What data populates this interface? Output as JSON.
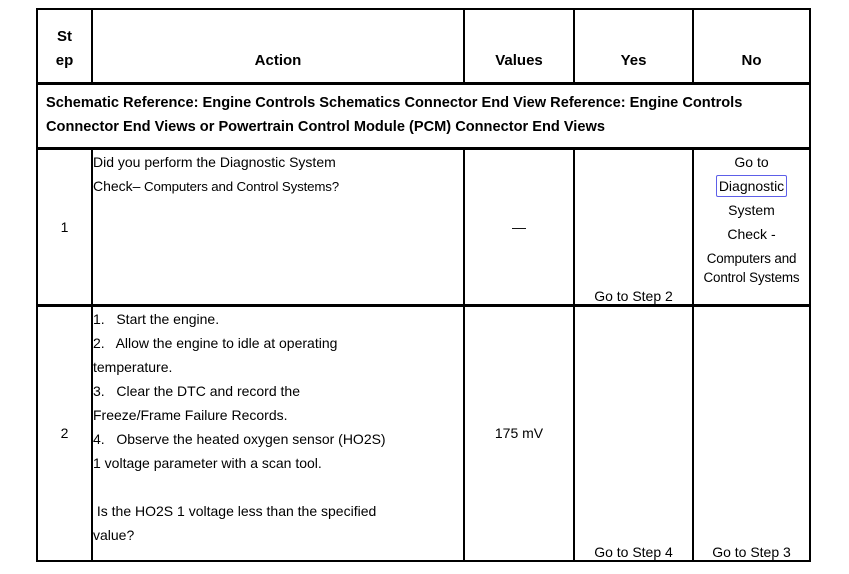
{
  "header": {
    "step_label": "St\nep",
    "action_label": "Action",
    "values_label": "Values",
    "yes_label": "Yes",
    "no_label": "No"
  },
  "schematic_note": "Schematic Reference: Engine Controls Schematics Connector End View Reference: Engine Controls\nConnector End Views or Powertrain Control Module (PCM) Connector End Views",
  "rows": [
    {
      "step": "1",
      "action_line1": "Did you perform the Diagnostic System",
      "action_line2_prefix": "Check–",
      "action_line2_suffix": " Computers and Control Systems?",
      "values": "—",
      "yes": "Go to Step 2",
      "no": {
        "line1": "Go to",
        "link": "Diagnostic",
        "line3": "System",
        "line4": "Check -",
        "subtitle": "Computers and\nControl Systems"
      }
    },
    {
      "step": "2",
      "action_steps": "1.   Start the engine.\n2.   Allow the engine to idle at operating\ntemperature.\n3.   Clear the DTC and record the\nFreeze/Frame Failure Records.\n4.   Observe the heated oxygen sensor (HO2S)\n1 voltage parameter with a scan tool.\n\n Is the HO2S 1 voltage less than the specified\nvalue?",
      "values": "175 mV",
      "yes": "Go to Step 4",
      "no": "Go to Step 3"
    }
  ],
  "colors": {
    "link_box": "#5d5fe8",
    "border": "#000000",
    "text": "#000000"
  }
}
